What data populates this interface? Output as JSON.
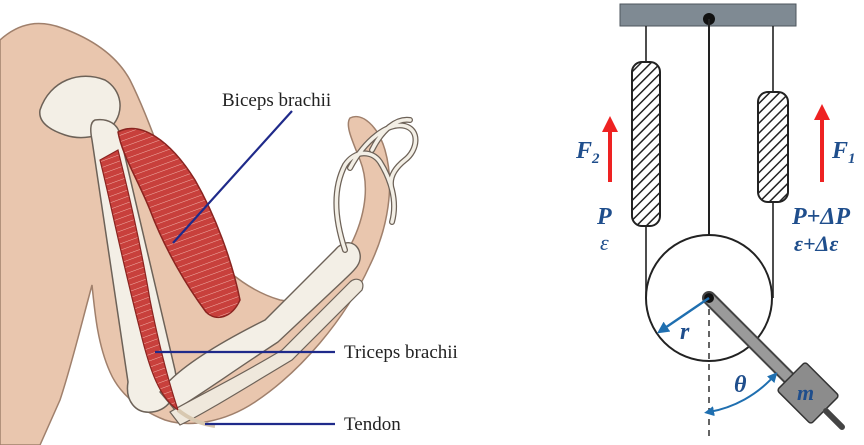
{
  "arm": {
    "labels": {
      "biceps": "Biceps brachii",
      "triceps": "Triceps brachii",
      "tendon": "Tendon"
    }
  },
  "mechanism": {
    "forces": {
      "left": "F",
      "left_sub": "2",
      "right": "F",
      "right_sub": "1"
    },
    "left_state": {
      "p": "P",
      "e": "ε"
    },
    "right_state": {
      "p": "P+ΔP",
      "e": "ε+Δε"
    },
    "radius": "r",
    "angle": "θ",
    "mass": "m"
  },
  "colors": {
    "skin": "#e9c6ae",
    "muscle": "#c8403c",
    "bone": "#f3efe6",
    "leader_line": "#1f2a8a",
    "force_arrow": "#ee2222",
    "symbol_text": "#1f4e8c",
    "ceiling": "#7f8a93",
    "mass_box": "#8c8c8c"
  }
}
